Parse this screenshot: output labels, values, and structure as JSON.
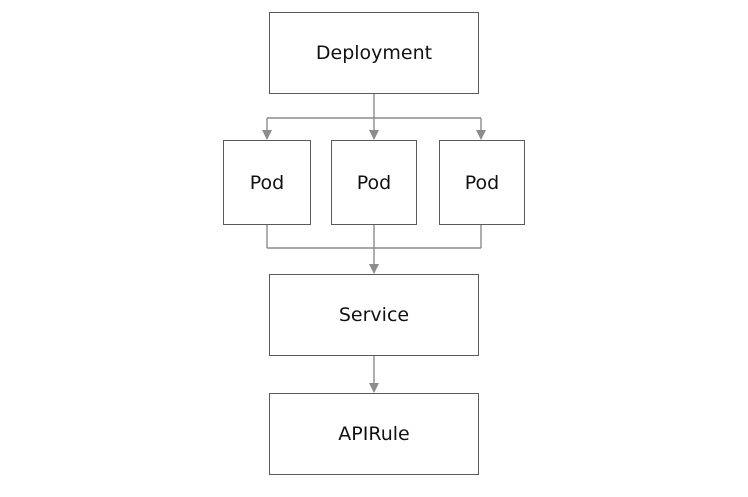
{
  "diagram": {
    "nodes": {
      "deployment": "Deployment",
      "pods": [
        "Pod",
        "Pod",
        "Pod"
      ],
      "service": "Service",
      "apirule": "APIRule"
    },
    "edges": [
      {
        "from": "Deployment",
        "to": "Pod 1"
      },
      {
        "from": "Deployment",
        "to": "Pod 2"
      },
      {
        "from": "Deployment",
        "to": "Pod 3"
      },
      {
        "from": "Pod 1",
        "to": "Service"
      },
      {
        "from": "Pod 2",
        "to": "Service"
      },
      {
        "from": "Pod 3",
        "to": "Service"
      },
      {
        "from": "Service",
        "to": "APIRule"
      }
    ],
    "colors": {
      "box_border": "#5a5a5a",
      "connector": "#8c8c8c",
      "text": "#111111",
      "background": "#ffffff"
    }
  }
}
